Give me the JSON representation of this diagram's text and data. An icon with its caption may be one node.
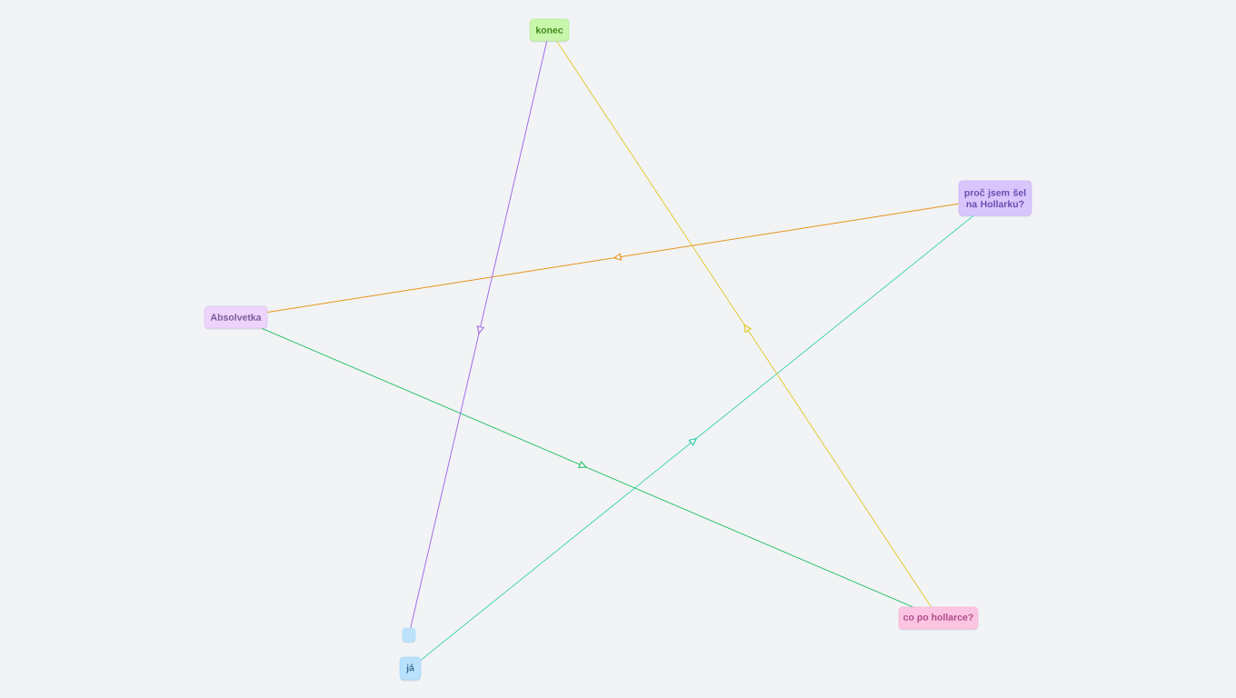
{
  "diagram": {
    "nodes": [
      {
        "text": [
          "konec"
        ]
      },
      {
        "text": [
          "proč jsem šel na Hollarku?"
        ]
      },
      {
        "text": [
          "Absolvetka"
        ]
      },
      {
        "text": [
          "co po hollarce?"
        ]
      },
      {
        "text": [],
        "shape": "box"
      },
      {
        "text": [
          "já"
        ]
      }
    ],
    "edges": [
      {
        "from": 5,
        "to": 1,
        "arrow": "to",
        "color": "#1ecfa6"
      },
      {
        "from": 1,
        "to": 2,
        "arrow": "to",
        "color": "#e8941a"
      },
      {
        "from": 2,
        "to": 3,
        "arrow": "to",
        "color": "#22c064"
      },
      {
        "from": 3,
        "to": 0,
        "arrow": "to",
        "color": "#e3c514"
      },
      {
        "from": 0,
        "to": 4,
        "arrow": "to",
        "color": "#a26ae8"
      }
    ]
  }
}
